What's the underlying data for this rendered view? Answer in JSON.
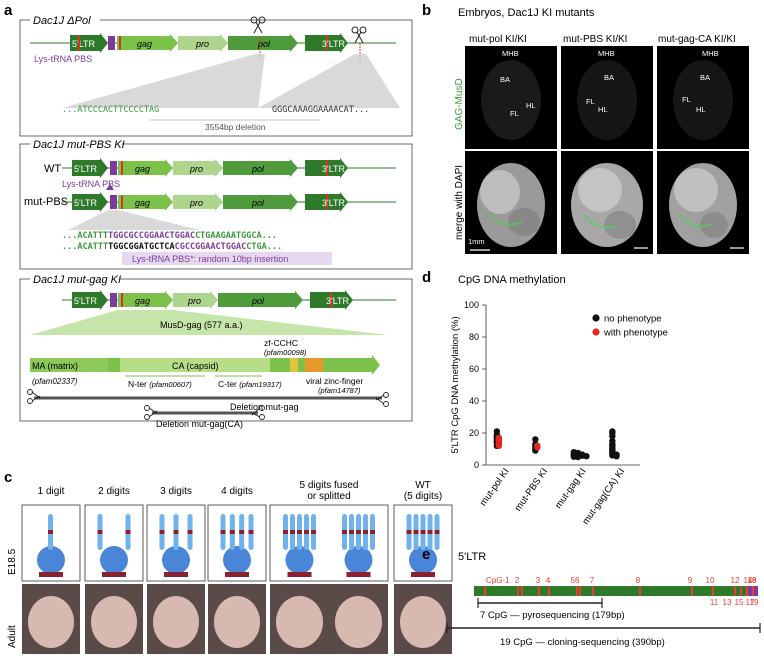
{
  "colors": {
    "ltr_dark": "#2e7a2a",
    "gene_light": "#7cc24a",
    "gene_pale": "#aed58e",
    "gene_mid": "#4f9a3a",
    "pbs_purple": "#7c3a9a",
    "marker_red": "#e03020",
    "seq_green": "#3a9a3a",
    "box_lavender": "#e6d9ef",
    "zf_yellow": "#e2c23a",
    "zf_orange": "#e59a2a",
    "dot_black": "#111111",
    "dot_red": "#e3261f",
    "cpg_red": "#e64032"
  },
  "panel_a": {
    "letter": "a",
    "box1": {
      "title": "Dac1J ΔPol",
      "ltr5": "5'LTR",
      "ltr3": "3'LTR",
      "gag": "gag",
      "pro": "pro",
      "pol": "pol",
      "pbs_label": "Lys-tRNA PBS",
      "seq_left": "...ATCCCACTTCCCCTAG",
      "seq_right": "GGGCAAAGGAAAACAT...",
      "deletion": "3554bp deletion"
    },
    "box2": {
      "title": "Dac1J mut-PBS KI",
      "wt": "WT",
      "mut": "mut-PBS",
      "ltr5": "5'LTR",
      "ltr3": "3'LTR",
      "gag": "gag",
      "pro": "pro",
      "pol": "pol",
      "pbs_label": "Lys-tRNA PBS",
      "seq1_a": "...ACATTT",
      "seq1_b": "TGGCGCCGGAACTGGAC",
      "seq1_c": "CTGAAGAATGGCA...",
      "seq2_a": "...ACATTT",
      "seq2_b": "TGGCGGATGCTCA",
      "seq2_c": "CGCCGGAACTGGAC",
      "seq2_d": "CTGA...",
      "pbs_note": "Lys-tRNA PBS*: random 10bp insertion"
    },
    "box3": {
      "title": "Dac1J mut-gag KI",
      "ltr5": "5'LTR",
      "ltr3": "3'LTR",
      "gag": "gag",
      "pro": "pro",
      "pol": "pol",
      "musd": "MusD-gag (577 a.a.)",
      "ma": "MA (matrix)",
      "ma_pfam": "(pfam02337)",
      "ca": "CA (capsid)",
      "zf": "zf-CCHC",
      "zf_pfam": "(pfam00098)",
      "nter": "N-ter",
      "nter_pfam": "(pfam00607)",
      "cter": "C-ter",
      "cter_pfam": "(pfam19317)",
      "vzf": "viral zinc-finger",
      "vzf_pfam": "(pfam14787)",
      "del1": "Deletion mut-gag",
      "del2": "Deletion mut-gag(CA)"
    }
  },
  "panel_b": {
    "letter": "b",
    "title": "Embryos, Dac1J KI mutants",
    "cols": [
      "mut-pol KI/KI",
      "mut-PBS KI/KI",
      "mut-gag-CA KI/KI"
    ],
    "row1_label": "GAG-MusD",
    "row2_label": "merge with DAPI",
    "scale": "1mm",
    "mhb": "MHB",
    "ba": "BA",
    "fl": "FL",
    "hl": "HL"
  },
  "panel_c": {
    "letter": "c",
    "cols": [
      "1 digit",
      "2 digits",
      "3 digits",
      "4 digits",
      "5 digits fused\nor splitted",
      "WT\n(5 digits)"
    ],
    "row1": "E18.5",
    "row2": "Adult"
  },
  "panel_d": {
    "letter": "d",
    "title": "CpG DNA methylation",
    "legend": [
      "no phenotype",
      "with phenotype"
    ]
  },
  "panel_e": {
    "letter": "e",
    "title": "5'LTR",
    "cpg_top": [
      "CpG-1",
      "2",
      "3",
      "4",
      "56",
      "7",
      "8",
      "9",
      "10",
      "12",
      "14",
      "16",
      "18"
    ],
    "cpg_bottom": [
      "11",
      "13",
      "15",
      "17",
      "19"
    ],
    "pyro": "7 CpG — pyrosequencing (179bp)",
    "clone": "19 CpG — cloning-sequencing (390bp)"
  },
  "chart_data": {
    "type": "scatter",
    "title": "CpG DNA methylation",
    "xlabel": "",
    "ylabel": "5'LTR CpG DNA methylation (%)",
    "ylim": [
      0,
      100
    ],
    "yticks": [
      0,
      20,
      40,
      60,
      80,
      100
    ],
    "categories": [
      "mut-pol KI",
      "mut-PBS KI",
      "mut-gag KI",
      "mut-gag(CA) KI"
    ],
    "series": [
      {
        "name": "no phenotype",
        "color": "#111111",
        "points": [
          [
            0,
            21
          ],
          [
            0,
            19
          ],
          [
            0,
            18
          ],
          [
            0,
            17
          ],
          [
            0,
            16
          ],
          [
            0,
            15
          ],
          [
            0,
            14
          ],
          [
            0,
            12
          ],
          [
            1,
            16
          ],
          [
            1,
            13
          ],
          [
            1,
            12
          ],
          [
            1,
            11
          ],
          [
            1,
            10
          ],
          [
            1,
            9
          ],
          [
            2,
            8
          ],
          [
            2,
            7.5
          ],
          [
            2,
            7
          ],
          [
            2,
            6.8
          ],
          [
            2,
            6.5
          ],
          [
            2,
            6.2
          ],
          [
            2,
            6
          ],
          [
            2,
            5.8
          ],
          [
            2,
            5.5
          ],
          [
            2,
            5.2
          ],
          [
            2,
            5
          ],
          [
            3,
            21
          ],
          [
            3,
            20
          ],
          [
            3,
            18
          ],
          [
            3,
            15
          ],
          [
            3,
            13
          ],
          [
            3,
            12
          ],
          [
            3,
            11
          ],
          [
            3,
            10
          ],
          [
            3,
            9
          ],
          [
            3,
            8
          ],
          [
            3,
            7
          ],
          [
            3,
            6.5
          ],
          [
            3,
            6
          ],
          [
            3,
            5.5
          ]
        ]
      },
      {
        "name": "with phenotype",
        "color": "#e3261f",
        "points": [
          [
            0,
            17
          ],
          [
            0,
            16
          ],
          [
            0,
            15
          ],
          [
            0,
            14
          ],
          [
            0,
            13
          ],
          [
            0,
            12
          ],
          [
            1,
            12
          ],
          [
            1,
            11
          ]
        ]
      }
    ]
  }
}
